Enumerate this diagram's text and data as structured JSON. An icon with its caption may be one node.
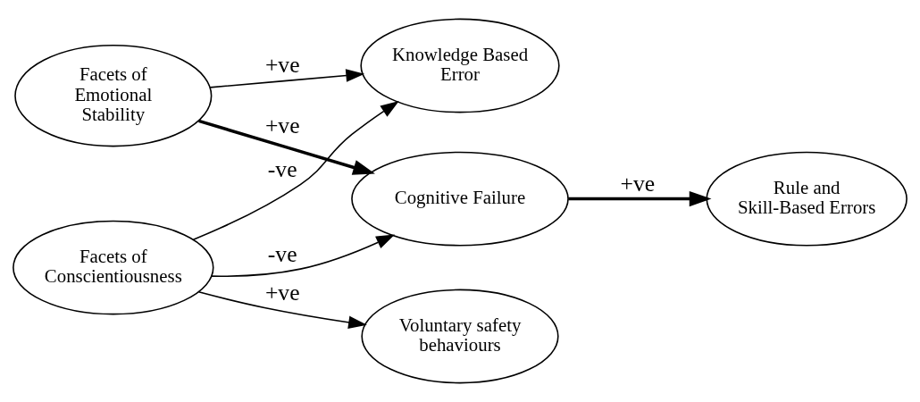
{
  "diagram": {
    "nodes": [
      {
        "text": [
          "Facets of Emotional Stability"
        ]
      },
      {
        "text": [
          "Facets of Conscientiousness"
        ]
      },
      {
        "text": [
          "Cognitive Failure"
        ]
      },
      {
        "text": [
          "Knowledge Based Error"
        ]
      },
      {
        "text": [
          "Voluntary safety behaviours"
        ]
      },
      {
        "text": [
          "Rule and Skill-Based Errors"
        ]
      }
    ],
    "edges": [
      {
        "from": 0,
        "to": 3,
        "arrow": "to",
        "label": "+ve"
      },
      {
        "from": 0,
        "to": 2,
        "arrow": "to",
        "label": "+ve",
        "style": "thick"
      },
      {
        "from": 1,
        "to": 2,
        "arrow": "to",
        "label": "-ve"
      },
      {
        "from": 1,
        "to": 3,
        "arrow": "to",
        "label": "-ve"
      },
      {
        "from": 1,
        "to": 4,
        "arrow": "to",
        "label": "+ve"
      },
      {
        "from": 2,
        "to": 5,
        "arrow": "to",
        "label": "+ve",
        "style": "thick"
      }
    ]
  }
}
